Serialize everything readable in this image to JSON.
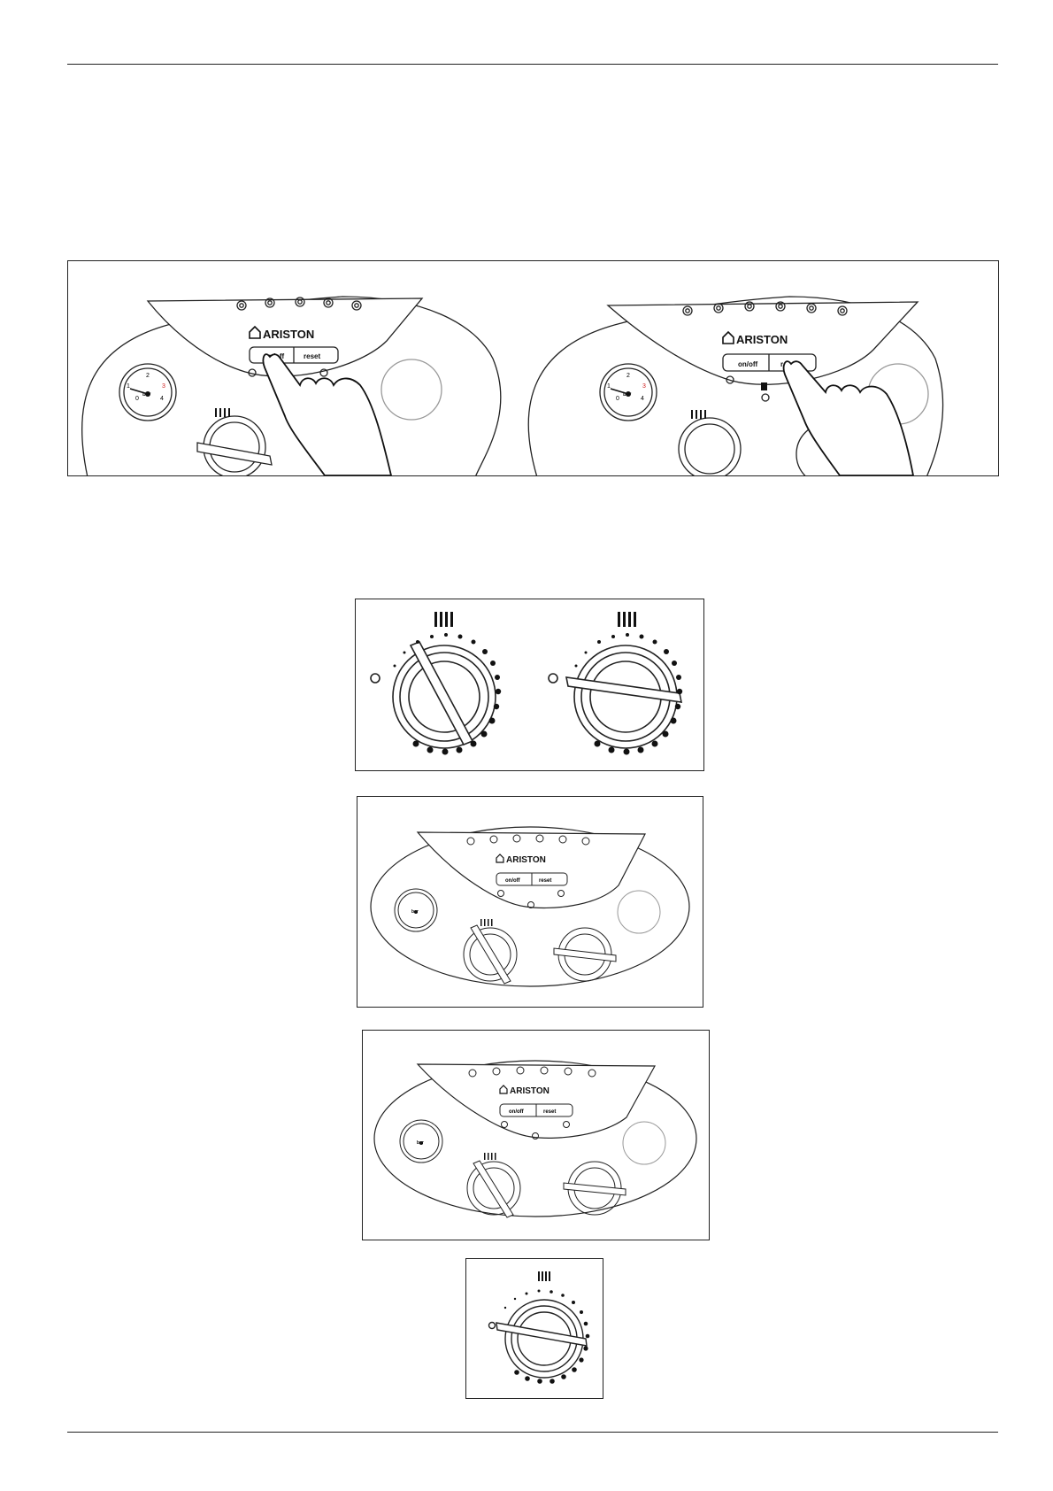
{
  "brand": "ARISTON",
  "panel": {
    "btn_onoff": "on/off",
    "btn_reset": "reset",
    "gauge_unit": "bar",
    "gauge_ticks": [
      "0",
      "1",
      "2",
      "3",
      "4"
    ]
  },
  "figures": [
    {
      "name": "figure-press-onoff"
    },
    {
      "name": "figure-press-reset"
    },
    {
      "name": "figure-knob-positions"
    },
    {
      "name": "figure-panel-a"
    },
    {
      "name": "figure-panel-b"
    },
    {
      "name": "figure-single-knob"
    }
  ],
  "colors": {
    "gauge_red": "#d02020",
    "line": "#222222"
  }
}
